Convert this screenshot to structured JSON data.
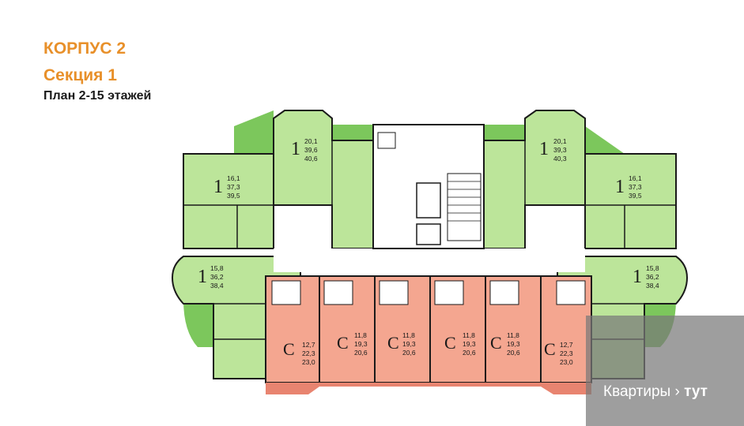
{
  "header": {
    "building": "КОРПУС 2",
    "section": "Секция 1",
    "floors": "План 2-15 этажей"
  },
  "colors": {
    "one_room": "#bce59a",
    "studio": "#f4a690",
    "balcony_green": "#7cc75c",
    "balcony_red": "#e88470",
    "core": "#ffffff"
  },
  "apartments": [
    {
      "type": "1",
      "area_living": "20,1",
      "area_total_no_balcony": "39,6",
      "area_total": "40,6"
    },
    {
      "type": "1",
      "area_living": "20,1",
      "area_total_no_balcony": "39,3",
      "area_total": "40,3"
    },
    {
      "type": "1",
      "area_living": "16,1",
      "area_total_no_balcony": "37,3",
      "area_total": "39,5"
    },
    {
      "type": "1",
      "area_living": "16,1",
      "area_total_no_balcony": "37,3",
      "area_total": "39,5"
    },
    {
      "type": "1",
      "area_living": "15,8",
      "area_total_no_balcony": "36,2",
      "area_total": "38,4"
    },
    {
      "type": "1",
      "area_living": "15,8",
      "area_total_no_balcony": "36,2",
      "area_total": "38,4"
    },
    {
      "type": "С",
      "area_living": "12,7",
      "area_total_no_balcony": "22,3",
      "area_total": "23,0"
    },
    {
      "type": "С",
      "area_living": "11,8",
      "area_total_no_balcony": "19,3",
      "area_total": "20,6"
    },
    {
      "type": "С",
      "area_living": "11,8",
      "area_total_no_balcony": "19,3",
      "area_total": "20,6"
    },
    {
      "type": "С",
      "area_living": "11,8",
      "area_total_no_balcony": "19,3",
      "area_total": "20,6"
    },
    {
      "type": "С",
      "area_living": "11,8",
      "area_total_no_balcony": "19,3",
      "area_total": "20,6"
    },
    {
      "type": "С",
      "area_living": "12,7",
      "area_total_no_balcony": "22,3",
      "area_total": "23,0"
    }
  ],
  "watermark": {
    "part1": "Квартиры",
    "part2": "тут"
  }
}
